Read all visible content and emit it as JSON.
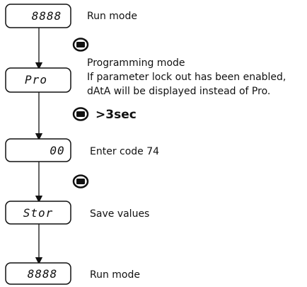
{
  "steps": [
    {
      "display": "8888",
      "label": "Run mode"
    },
    {
      "display": "Pro",
      "label_lines": [
        "Programming mode",
        "If parameter lock out has been enabled,",
        "dAtA will be displayed instead of Pro."
      ]
    },
    {
      "display": "00",
      "label": "Enter code 74"
    },
    {
      "display": "Stor",
      "label": "Save values"
    },
    {
      "display": "8888",
      "label": "Run mode"
    }
  ],
  "button_notes": {
    "hold": ">3sec"
  },
  "icons": {
    "button": "push-button-icon",
    "arrow": "arrow-down-icon"
  }
}
